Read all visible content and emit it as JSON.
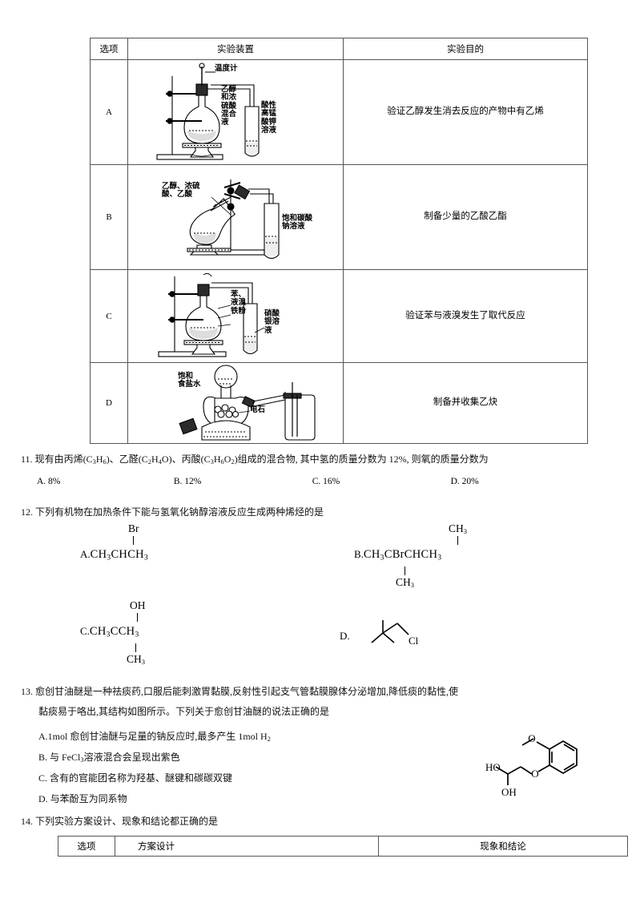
{
  "experiment_table": {
    "headers": [
      "选项",
      "实验装置",
      "实验目的"
    ],
    "rows": [
      {
        "option": "A",
        "labels": {
          "thermometer": "温度计",
          "mixture": "乙醇\n和浓\n硫酸\n混合\n液",
          "test_tube": "酸性\n高锰\n酸钾\n溶液"
        },
        "purpose": "验证乙醇发生消去反应的产物中有乙烯"
      },
      {
        "option": "B",
        "labels": {
          "mixture": "乙醇、浓硫\n酸、乙酸",
          "test_tube": "饱和碳酸\n钠溶液"
        },
        "purpose": "制备少量的乙酸乙酯"
      },
      {
        "option": "C",
        "labels": {
          "mixture": "苯、\n液溴\n铁粉",
          "test_tube": "硝酸\n银溶\n液"
        },
        "purpose": "验证苯与液溴发生了取代反应"
      },
      {
        "option": "D",
        "labels": {
          "funnel": "饱和\n食盐水",
          "solid": "电石"
        },
        "purpose": "制备并收集乙炔"
      }
    ]
  },
  "q11": {
    "number": "11.",
    "text_parts": {
      "a": "现有由丙烯(C",
      "a_sub1": "3",
      "a2": "H",
      "a_sub2": "6",
      "a3": ")、乙醛(C",
      "b_sub1": "2",
      "b2": "H",
      "b_sub2": "4",
      "b3": "O)、丙酸(C",
      "c_sub1": "3",
      "c2": "H",
      "c_sub2": "6",
      "c3": "O",
      "c_sub3": "2",
      "c4": ")组成的混合物, 其中氢的质量分数为 12%,  则氧的质量分数为"
    },
    "options": [
      "A. 8%",
      "B. 12%",
      "C. 16%",
      "D. 20%"
    ]
  },
  "q12": {
    "number": "12.",
    "stem": "下列有机物在加热条件下能与氢氧化钠醇溶液反应生成两种烯烃的是",
    "options": {
      "A": {
        "label": "A.",
        "top": "Br",
        "main_1": "CH",
        "main_1_sub": "3",
        "main_2": "CHCH",
        "main_2_sub": "3"
      },
      "B": {
        "label": "B.",
        "top": "CH",
        "top_sub": "3",
        "bottom": "CH",
        "bottom_sub": "3",
        "main_1": "CH",
        "main_1_sub": "3",
        "main_2": "CBrCHCH",
        "main_2_sub": "3"
      },
      "C": {
        "label": "C.",
        "top": "OH",
        "bottom": "CH",
        "bottom_sub": "3",
        "main_1": "CH",
        "main_1_sub": "3",
        "main_2": "CCH",
        "main_2_sub": "3"
      },
      "D": {
        "label": "D.",
        "atom": "Cl"
      }
    }
  },
  "q13": {
    "number": "13.",
    "stem_line1": "愈创甘油醚是一种祛痰药,口服后能刺激胃黏膜,反射性引起支气管黏膜腺体分泌增加,降低痰的黏性,使",
    "stem_line2": "黏痰易于咯出,其结构如图所示。下列关于愈创甘油醚的说法正确的是",
    "options": [
      {
        "text_a": "A.1mol 愈创甘油醚与足量的钠反应时,最多产生 1mol  H",
        "sub": "2",
        "text_b": ""
      },
      {
        "text_a": "B. 与 FeCl",
        "sub": "3",
        "text_b": "溶液混合会呈现出紫色"
      },
      {
        "text_a": "C. 含有的官能团名称为羟基、醚键和碳碳双键",
        "sub": "",
        "text_b": ""
      },
      {
        "text_a": "D. 与苯酚互为同系物",
        "sub": "",
        "text_b": ""
      }
    ],
    "structure_labels": {
      "ho": "HO",
      "oh": "OH",
      "ether_o": "O",
      "methoxy_o": "O"
    }
  },
  "q14": {
    "number": "14.",
    "stem": "下列实验方案设计、现象和结论都正确的是",
    "table_headers": [
      "选项",
      "方案设计",
      "现象和结论"
    ]
  }
}
